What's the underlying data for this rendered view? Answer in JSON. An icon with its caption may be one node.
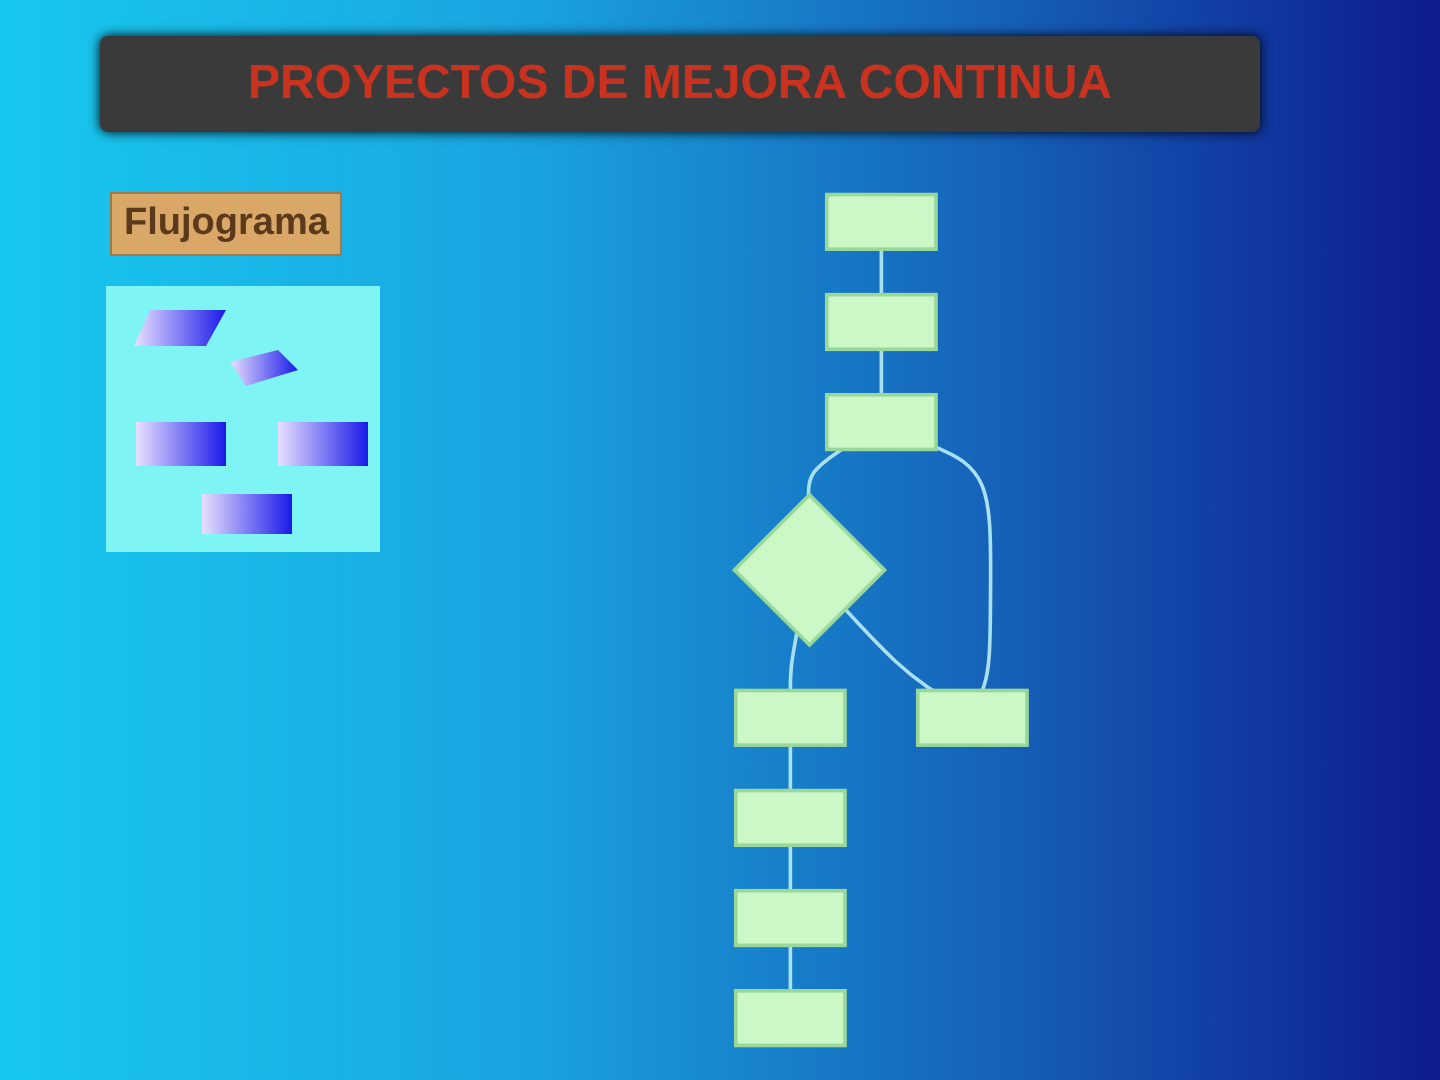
{
  "diagram": {
    "title": "PROYECTOS DE MEJORA CONTINUA",
    "nodes": [
      {
        "text": [],
        "shape": "box"
      },
      {
        "text": [],
        "shape": "box"
      },
      {
        "text": [],
        "shape": "box"
      },
      {
        "text": [],
        "shape": "box"
      },
      {
        "text": [],
        "shape": "diamond"
      },
      {
        "text": [],
        "shape": "box"
      },
      {
        "text": [],
        "shape": "box"
      },
      {
        "text": [],
        "shape": "box"
      },
      {
        "text": [],
        "shape": "box"
      }
    ],
    "edges": [
      {
        "from": 0,
        "to": 1,
        "arrow": "none"
      },
      {
        "from": 1,
        "to": 2,
        "arrow": "none"
      },
      {
        "from": 2,
        "to": 4,
        "arrow": "none"
      },
      {
        "from": 4,
        "to": 5,
        "arrow": "none"
      },
      {
        "from": 5,
        "to": 6,
        "arrow": "none"
      },
      {
        "from": 6,
        "to": 7,
        "arrow": "none"
      },
      {
        "from": 7,
        "to": 8,
        "arrow": "none"
      },
      {
        "from": 4,
        "to": 3,
        "arrow": "none"
      },
      {
        "from": 3,
        "to": 2,
        "arrow": "none"
      }
    ],
    "labels": [
      "Flujograma"
    ]
  }
}
